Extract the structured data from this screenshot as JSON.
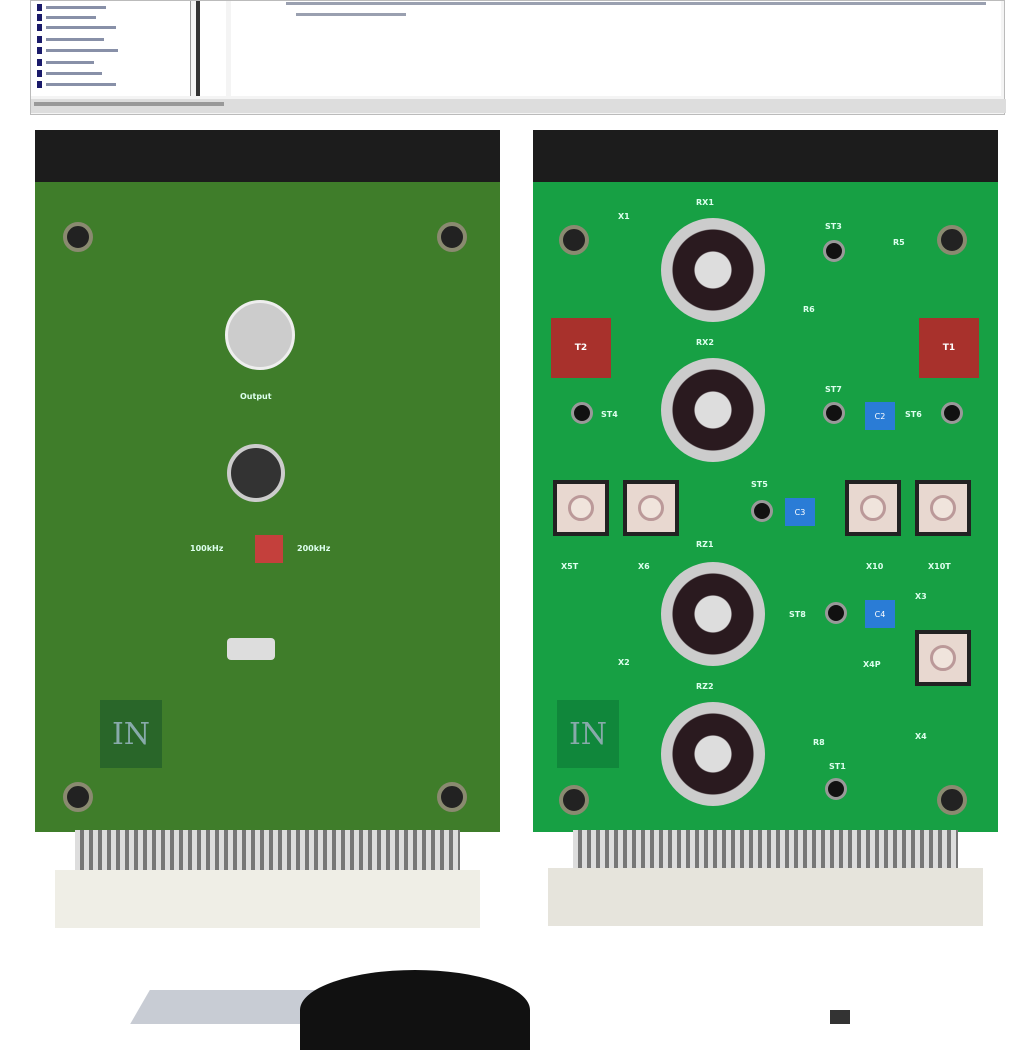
{
  "left_board": {
    "labels": {
      "output": "Output",
      "freq_low": "100kHz",
      "freq_high": "200kHz"
    },
    "logo": "IN",
    "pcb_color": "#3f7d2a"
  },
  "right_board": {
    "logo": "IN",
    "pcb_color": "#17a044",
    "labels": {
      "x1": "X1",
      "rx1": "RX1",
      "st3": "ST3",
      "r5": "R5",
      "r6": "R6",
      "t2": "T2",
      "t1": "T1",
      "rx2": "RX2",
      "st4": "ST4",
      "st7": "ST7",
      "c2": "C2",
      "st6": "ST6",
      "st5": "ST5",
      "c3": "C3",
      "x5t": "X5T",
      "x6": "X6",
      "rz1": "RZ1",
      "x10": "X10",
      "x10t": "X10T",
      "st8": "ST8",
      "c4": "C4",
      "x3": "X3",
      "x2": "X2",
      "x4p": "X4P",
      "rz2": "RZ2",
      "r8": "R8",
      "x4": "X4",
      "st1": "ST1"
    }
  }
}
